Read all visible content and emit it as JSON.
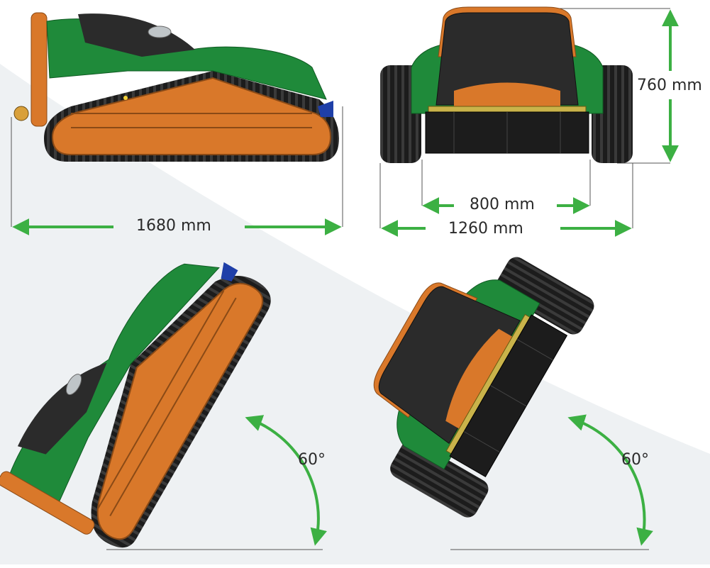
{
  "colors": {
    "arrow": "#3cb043",
    "guide_line": "#555555",
    "body_green": "#1f8a3a",
    "body_dark": "#2b2b2b",
    "track_orange": "#d9782a",
    "track_black": "#1c1c1c",
    "bracket_blue": "#1f3fa8",
    "background_swoosh": "#eef1f3"
  },
  "dimensions": {
    "length": "1680 mm",
    "height": "760 mm",
    "track_gauge": "800 mm",
    "width": "1260 mm"
  },
  "angles": {
    "side_tilt": "60°",
    "front_tilt": "60°"
  },
  "views": {
    "side": "side-view-icon",
    "front": "front-view-icon",
    "side_tilted": "side-view-tilted-icon",
    "front_tilted": "front-view-tilted-icon"
  }
}
